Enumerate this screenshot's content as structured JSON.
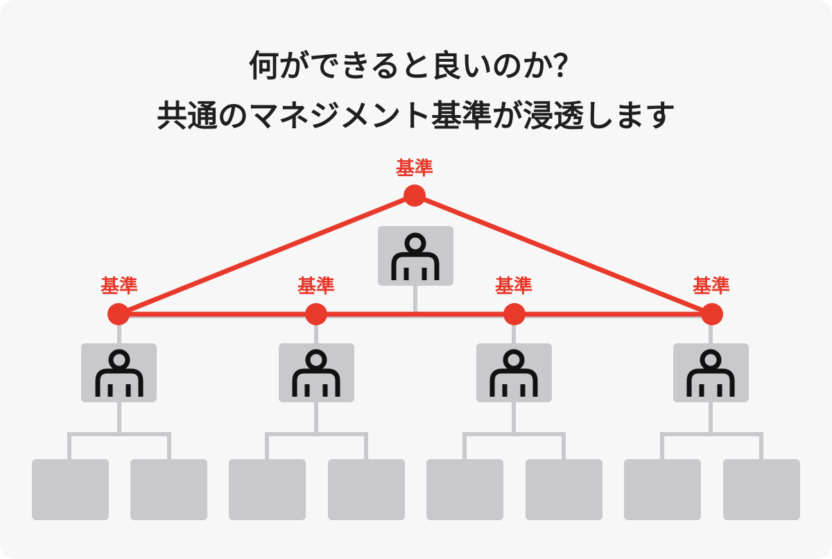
{
  "title": {
    "line1": "何ができると良いのか？",
    "line2": "共通のマネジメント基準が浸透します"
  },
  "nodes": {
    "top_label": "基準",
    "manager_labels": [
      "基準",
      "基準",
      "基準",
      "基準"
    ]
  },
  "colors": {
    "accent": "#e8392b",
    "box": "#c9c8cd",
    "text": "#1f1f1f",
    "icon": "#111111",
    "background": "#f7f7f7"
  },
  "icons": {
    "person": "person-icon"
  }
}
